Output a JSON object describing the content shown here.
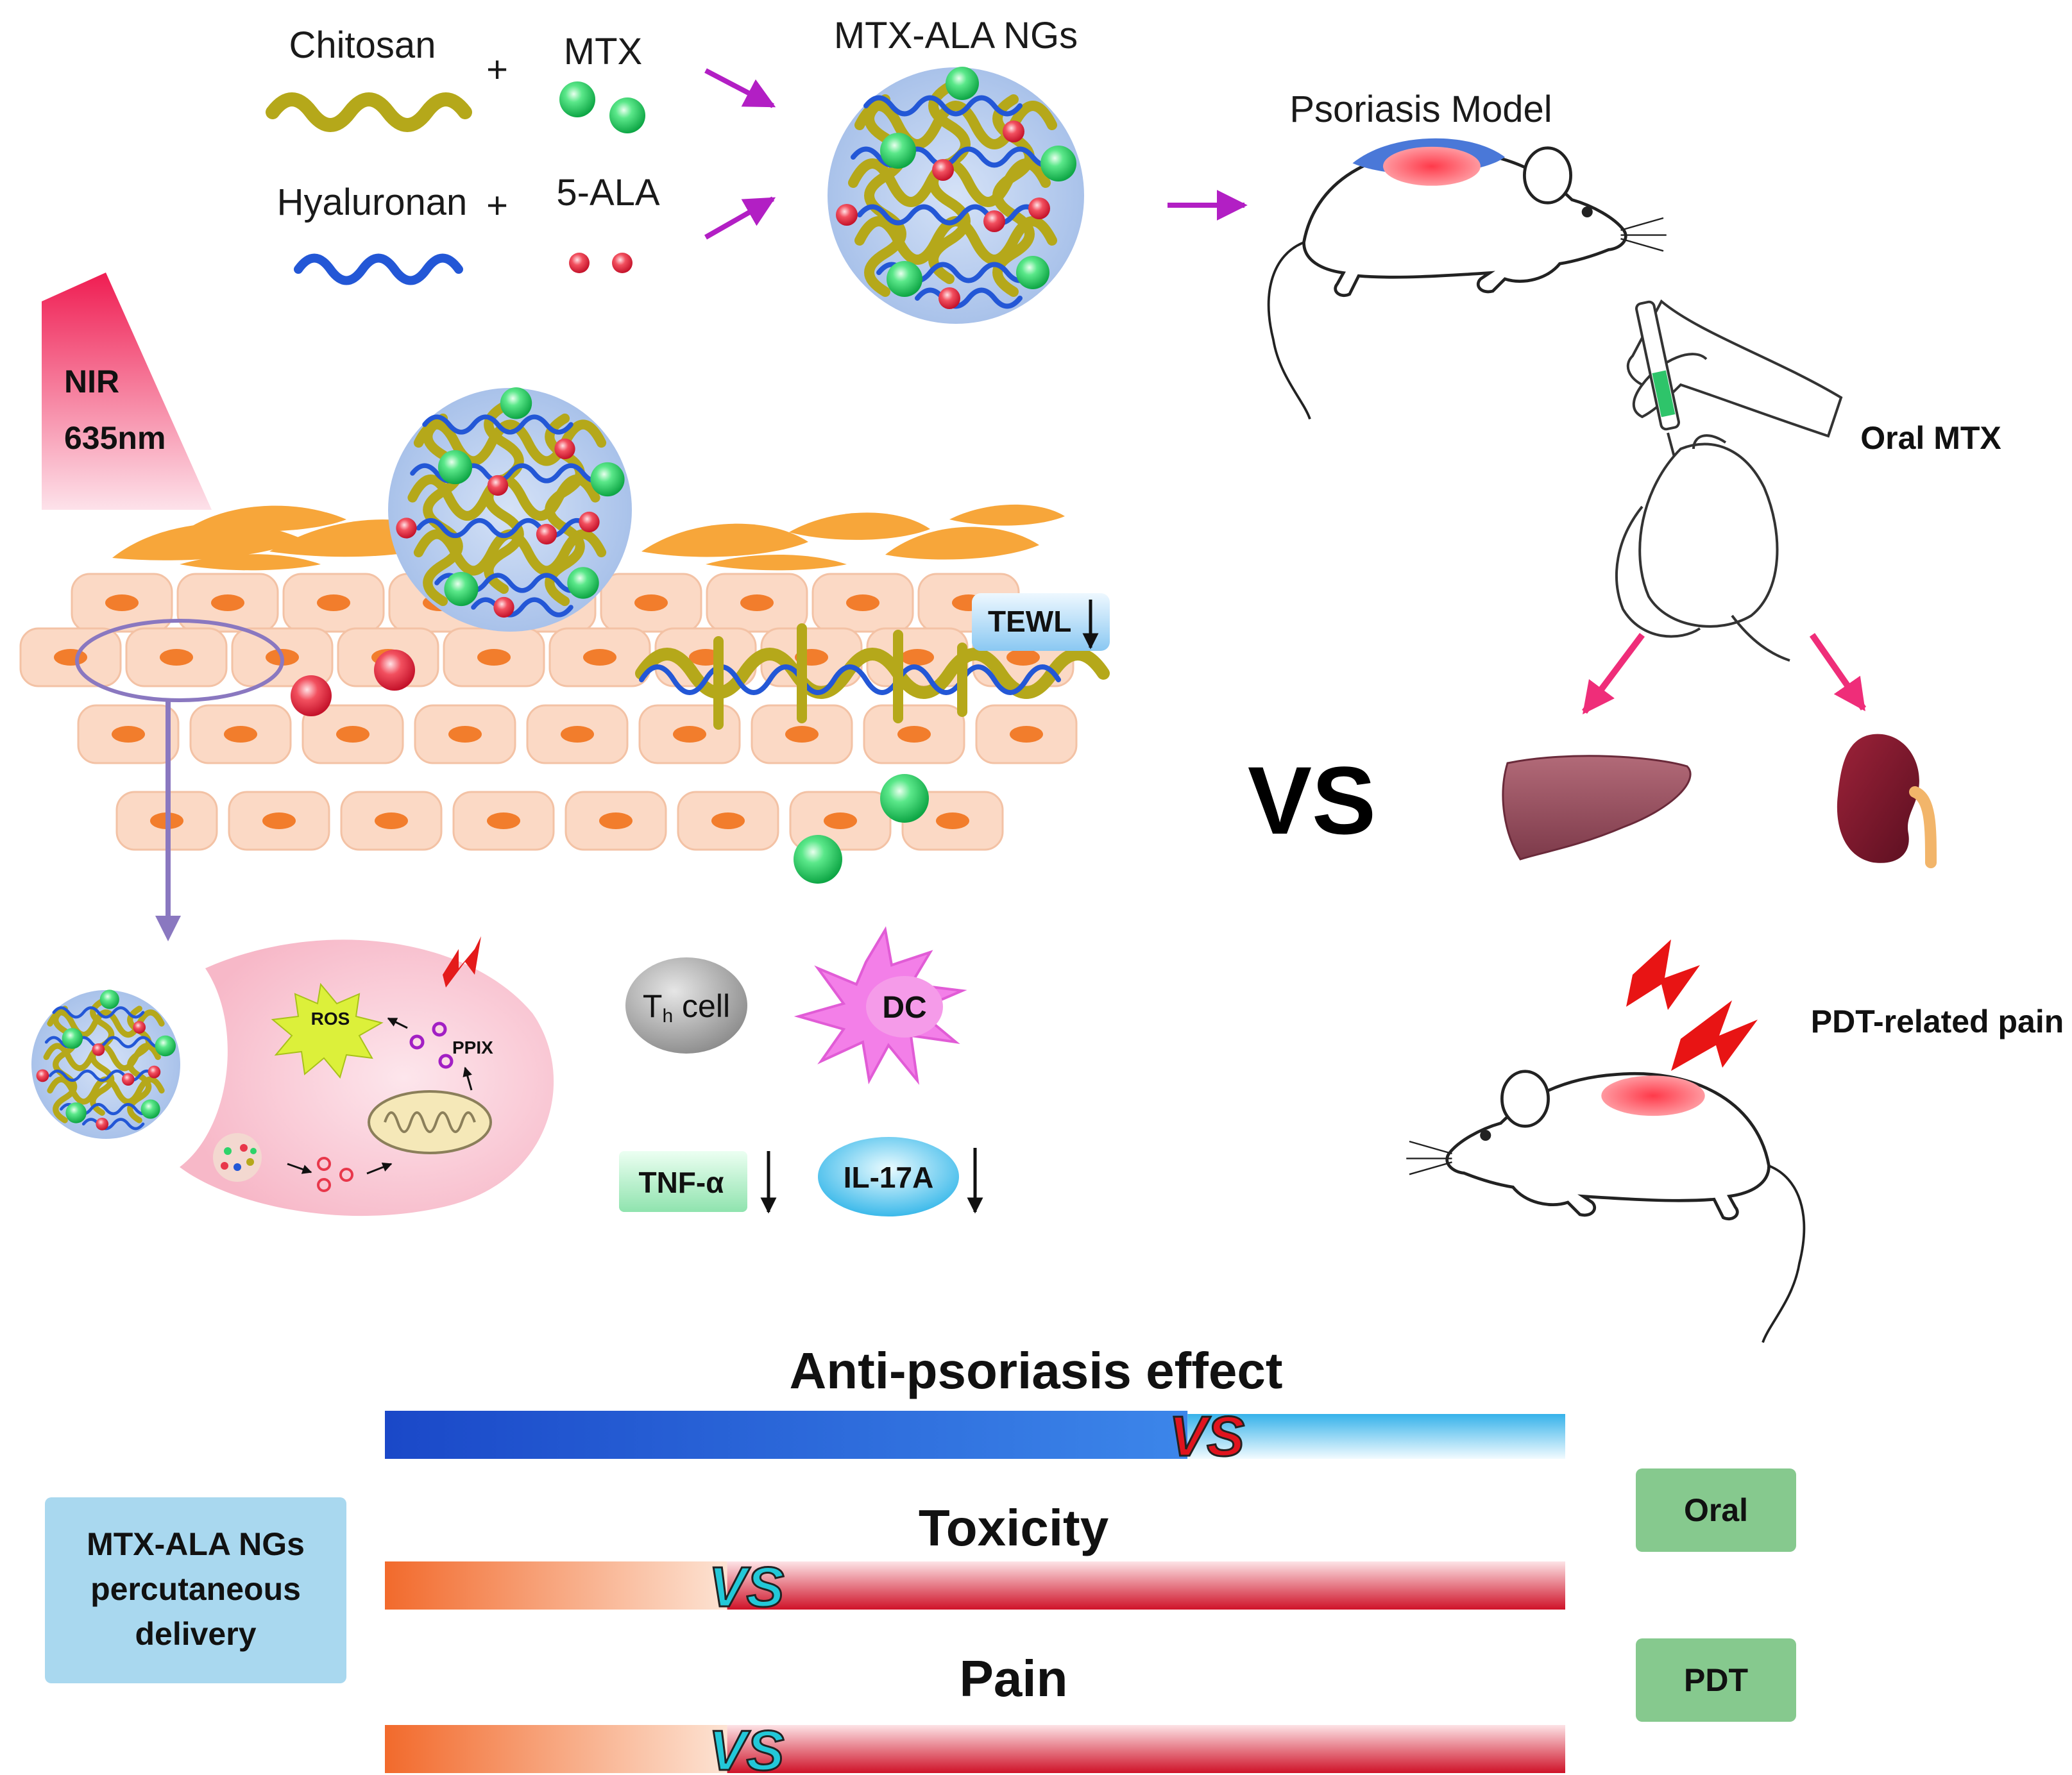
{
  "ingredients": {
    "chitosan": "Chitosan",
    "mtx": "MTX",
    "hyaluronan": "Hyaluronan",
    "ala": "5-ALA",
    "plus": "+"
  },
  "nanogel_label": "MTX-ALA NGs",
  "psoriasis_model_label": "Psoriasis Model",
  "nir": {
    "line1": "NIR",
    "line2": "635nm"
  },
  "tewl_label": "TEWL",
  "cell_inset": {
    "ros": "ROS",
    "ppix": "PPIX"
  },
  "immune": {
    "th_prefix": "T",
    "th_sub": "h",
    "th_suffix": " cell",
    "dc": "DC",
    "tnf": "TNF-α",
    "il17": "IL-17A"
  },
  "oral_mtx_label": "Oral MTX",
  "vs_label": "VS",
  "pain_label": "PDT-related pain",
  "comparison": {
    "left_box": [
      "MTX-ALA NGs",
      "percutaneous",
      "delivery"
    ],
    "right_oral": "Oral",
    "right_pdt": "PDT",
    "bars": [
      {
        "title": "Anti-psoriasis effect",
        "vs": "VS",
        "split": 0.68
      },
      {
        "title": "Toxicity",
        "vs": "VS",
        "split": 0.29
      },
      {
        "title": "Pain",
        "vs": "VS",
        "split": 0.29
      }
    ]
  },
  "colors": {
    "chitosan": "#b5a81a",
    "hyaluronan": "#2357d6",
    "mtx": "#2ed36a",
    "ala": "#e8374b",
    "arrow_magenta": "#b21fc4",
    "arrow_pink": "#ef2d79",
    "skin_cell": "#fbd9c5",
    "nucleus": "#f27d2c",
    "stratum": "#f7a63a",
    "nanogel_halo": "#bcd0f0",
    "label_box_blue": "#a9d8ef",
    "label_box_green": "#86c98e"
  }
}
